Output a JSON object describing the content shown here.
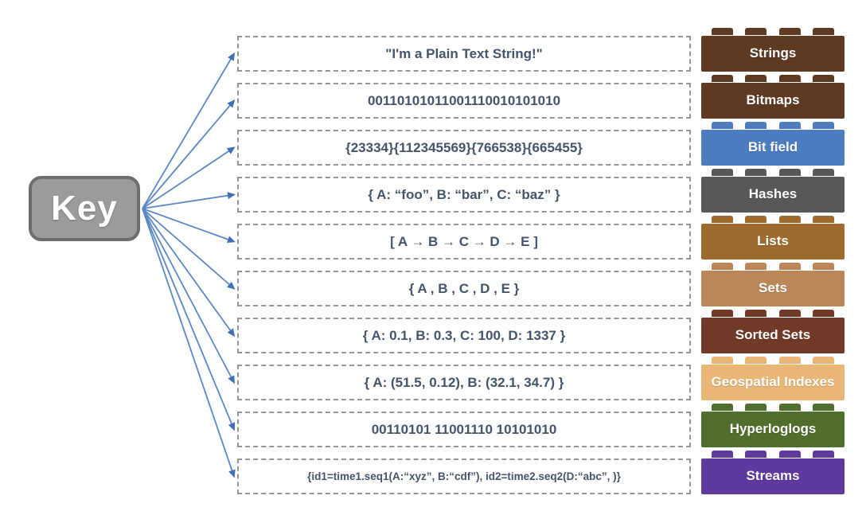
{
  "key": {
    "label": "Key"
  },
  "colors": {
    "arrow": "#5b87c5",
    "arrowhead": "#3f6fb4",
    "value_text": "#44546a",
    "dashed_border": "#959595",
    "key_bg": "#9b9b9b",
    "key_border": "#6d6d6d",
    "key_text": "#ffffff"
  },
  "rows": [
    {
      "value": "\"I'm a Plain Text String!\"",
      "type": "Strings",
      "color": "#5e3a22"
    },
    {
      "value": "00110101011001110010101010",
      "type": "Bitmaps",
      "color": "#5e3a22"
    },
    {
      "value": "{23334}{112345569}{766538}{665455}",
      "type": "Bit field",
      "color": "#4d7cc1"
    },
    {
      "value": "{ A: “foo”, B: “bar”, C: “baz” }",
      "type": "Hashes",
      "color": "#585858"
    },
    {
      "value": "[ A → B → C → D → E ]",
      "type": "Lists",
      "color": "#9d6b30"
    },
    {
      "value": "{ A , B , C , D , E }",
      "type": "Sets",
      "color": "#bb8758"
    },
    {
      "value": "{ A: 0.1, B: 0.3, C: 100, D: 1337 }",
      "type": "Sorted Sets",
      "color": "#703a26"
    },
    {
      "value": "{ A: (51.5, 0.12), B: (32.1, 34.7) }",
      "type": "Geospatial Indexes",
      "color": "#eab676"
    },
    {
      "value": "00110101 11001110 10101010",
      "type": "Hyperloglogs",
      "color": "#506e2c"
    },
    {
      "value": "{id1=time1.seq1(A:“xyz”, B:“cdf”), id2=time2.seq2(D:“abc”, )}",
      "type": "Streams",
      "color": "#5f3a9e"
    }
  ]
}
